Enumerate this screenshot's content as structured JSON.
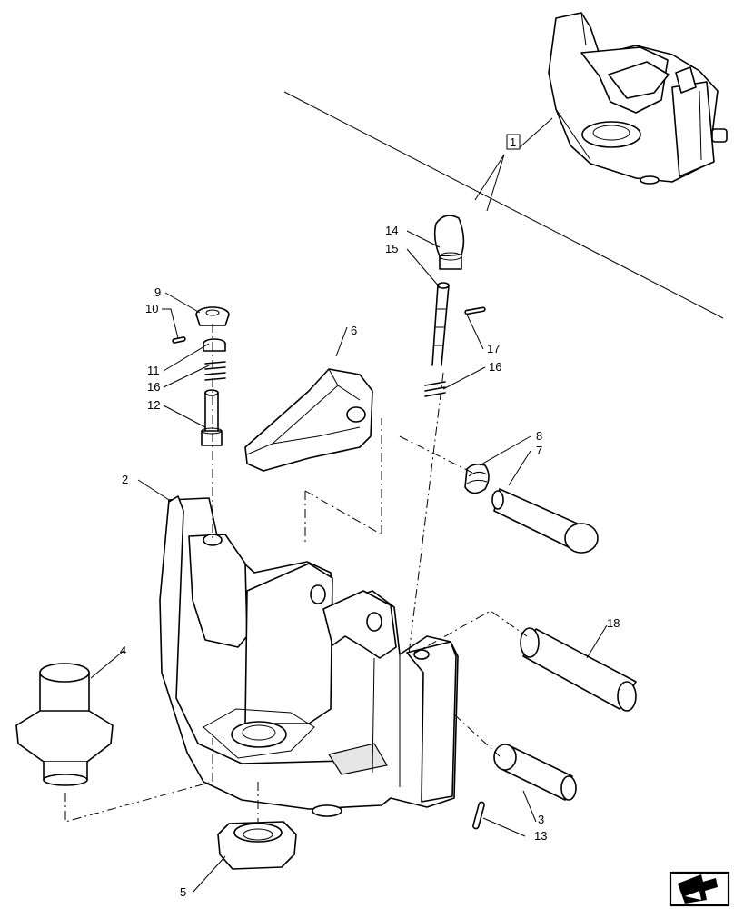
{
  "callouts": {
    "c1": "1",
    "c2": "2",
    "c3": "3",
    "c4": "4",
    "c5": "5",
    "c6": "6",
    "c7": "7",
    "c8": "8",
    "c9": "9",
    "c10": "10",
    "c11": "11",
    "c12": "12",
    "c13": "13",
    "c14": "14",
    "c15": "15",
    "c16a": "16",
    "c16b": "16",
    "c17": "17",
    "c18": "18"
  },
  "icons": {
    "nav": "next-page-arrow-icon"
  },
  "colors": {
    "line": "#000000",
    "background": "#ffffff",
    "shade": "#e6e6e6"
  }
}
